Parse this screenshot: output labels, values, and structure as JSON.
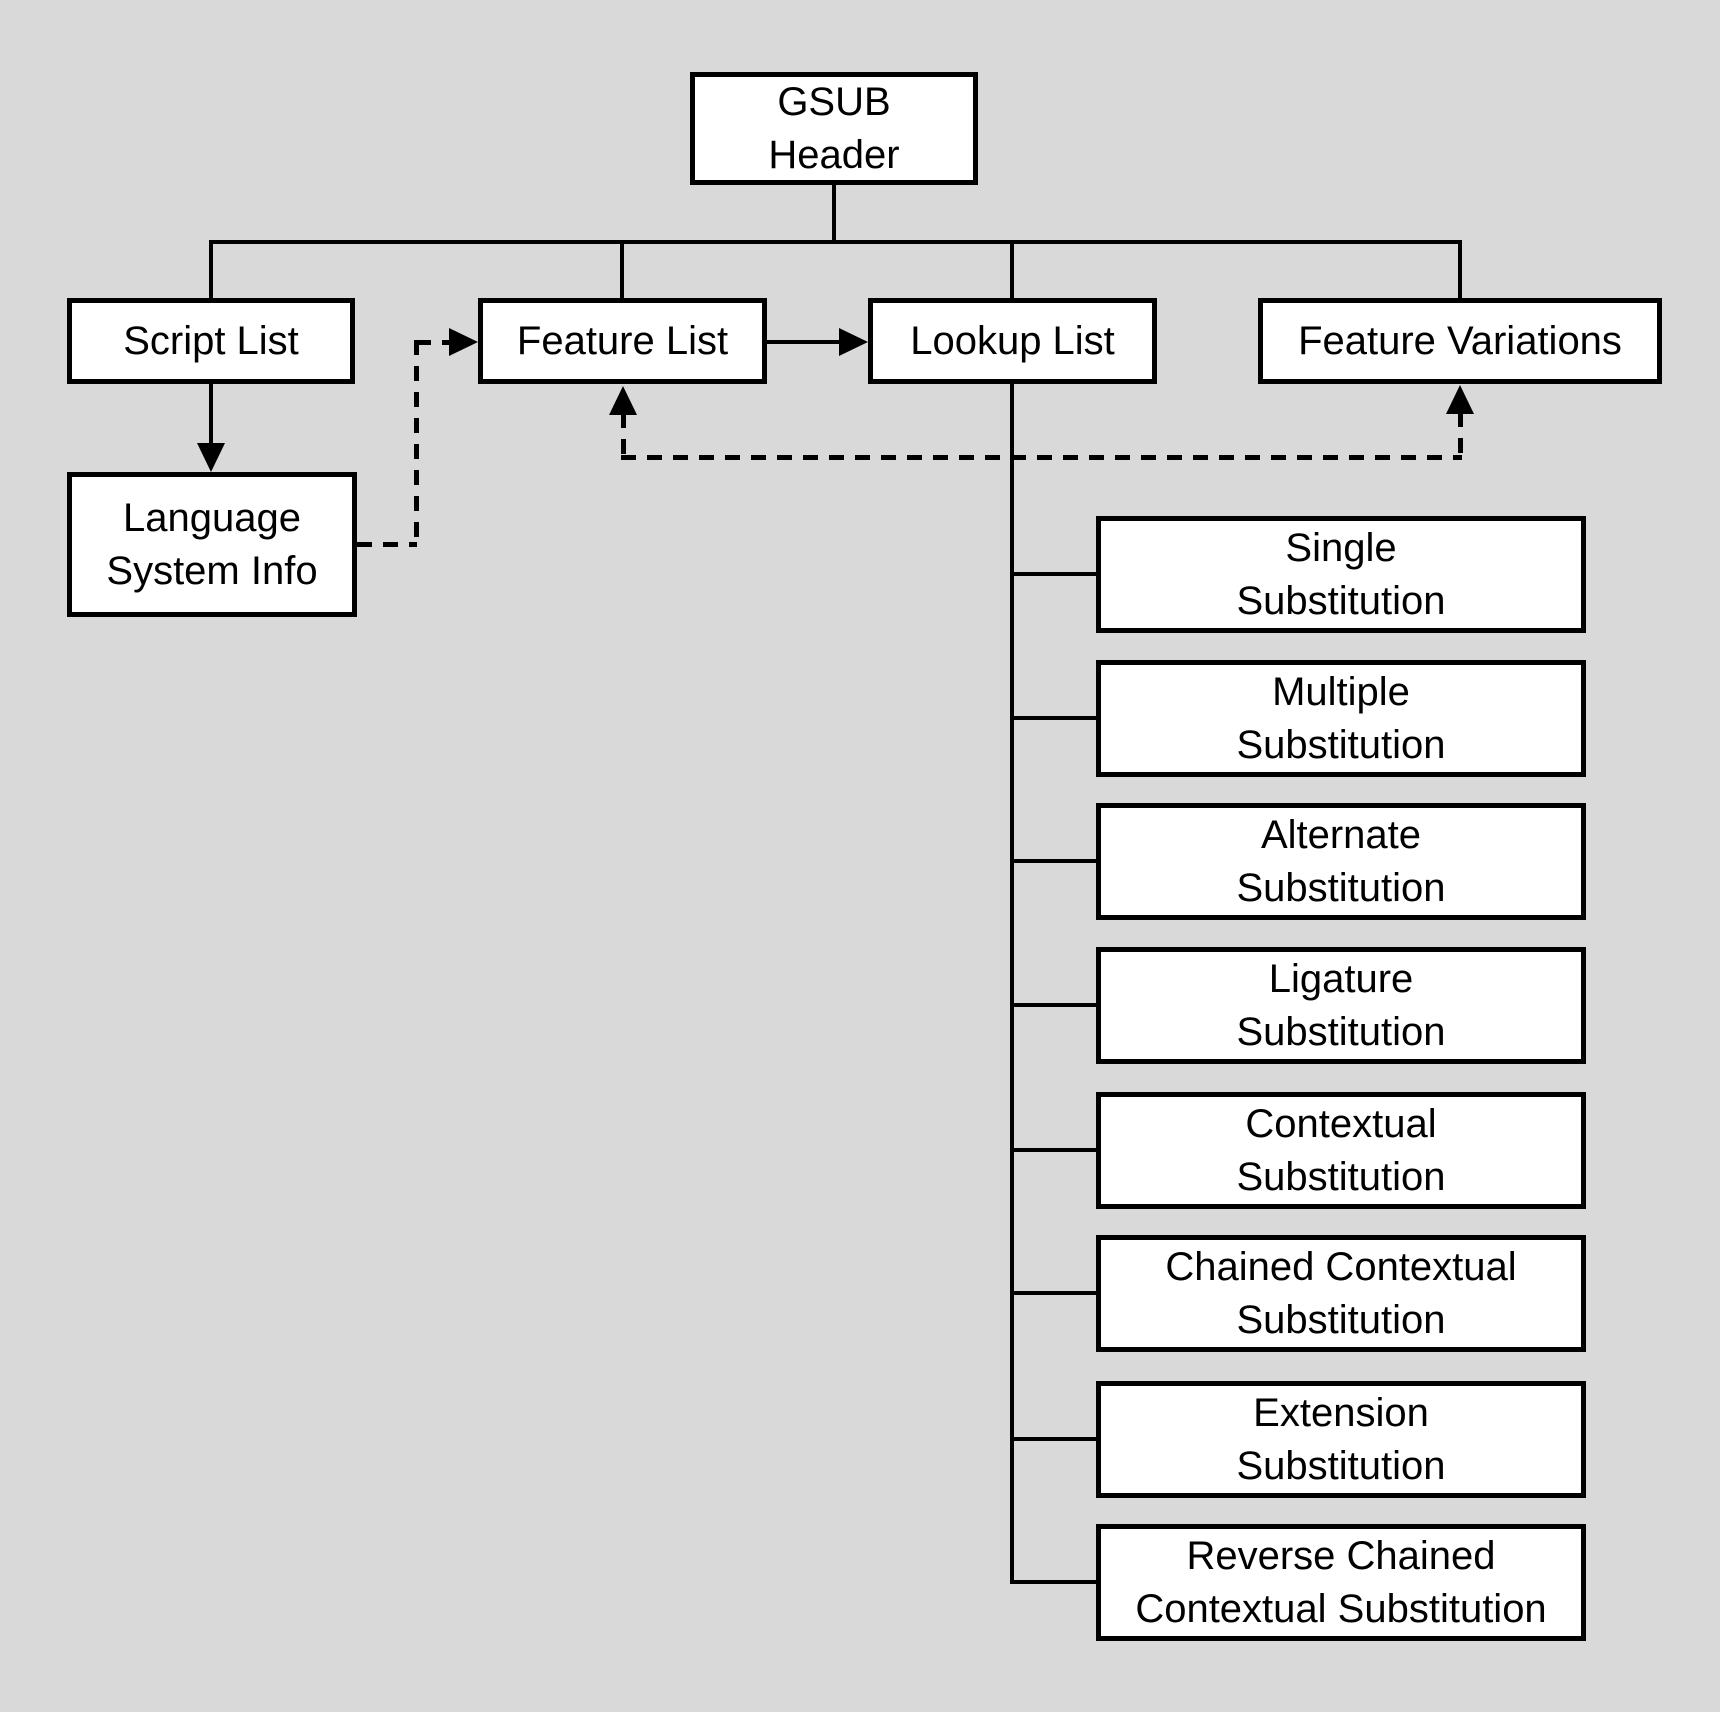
{
  "colors": {
    "background": "#d9d9d9",
    "box_fill": "#ffffff",
    "line": "#000000"
  },
  "nodes": {
    "gsub_header": {
      "label": "GSUB\nHeader"
    },
    "script_list": {
      "label": "Script List"
    },
    "feature_list": {
      "label": "Feature List"
    },
    "lookup_list": {
      "label": "Lookup List"
    },
    "feature_variations": {
      "label": "Feature Variations"
    },
    "language_system_info": {
      "label": "Language\nSystem Info"
    },
    "lookup_types": [
      {
        "label": "Single\nSubstitution"
      },
      {
        "label": "Multiple\nSubstitution"
      },
      {
        "label": "Alternate\nSubstitution"
      },
      {
        "label": "Ligature\nSubstitution"
      },
      {
        "label": "Contextual\nSubstitution"
      },
      {
        "label": "Chained Contextual\nSubstitution"
      },
      {
        "label": "Extension\nSubstitution"
      },
      {
        "label": "Reverse Chained\nContextual Substitution"
      }
    ]
  }
}
